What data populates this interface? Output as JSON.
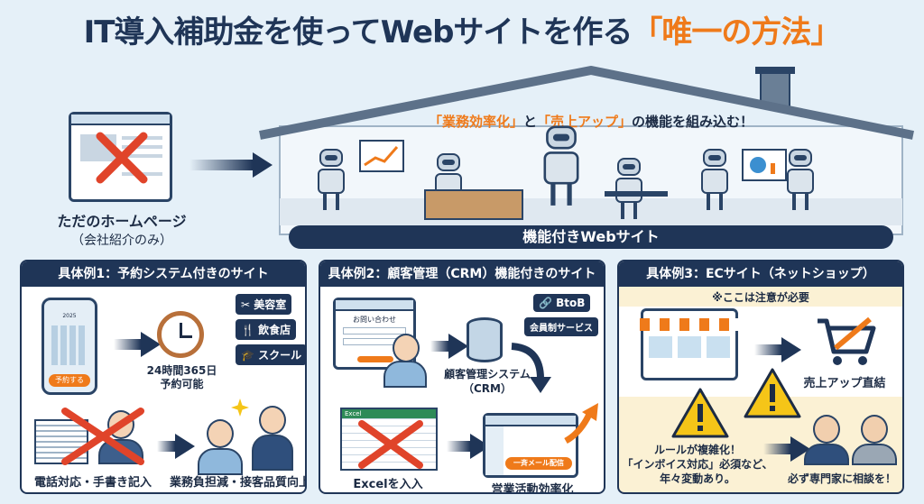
{
  "title": {
    "main": "IT導入補助金を使ってWebサイトを作る",
    "highlight": "「唯一の方法」"
  },
  "before": {
    "label": "ただのホームページ",
    "sublabel": "（会社紹介のみ）"
  },
  "house": {
    "heading_parts": [
      "「業務効率化」",
      "と",
      "「売上アップ」",
      "の機能を組み込む！"
    ],
    "banner": "機能付きWebサイト"
  },
  "examples": [
    {
      "header": "具体例1：予約システム付きのサイト",
      "phone_year": "2025",
      "phone_button": "予約する",
      "clock_caption": [
        "24時間365日",
        "予約可能"
      ],
      "tags": [
        {
          "icon": "scissors-icon",
          "label": "美容室"
        },
        {
          "icon": "fork-knife-icon",
          "label": "飲食店"
        },
        {
          "icon": "graduation-cap-icon",
          "label": "スクール"
        }
      ],
      "before_caption": "電話対応・手書き記入",
      "after_caption": "業務負担減・接客品質向上"
    },
    {
      "header": "具体例2：顧客管理（CRM）機能付きのサイト",
      "form_title": "お問い合わせ",
      "crm_caption": [
        "顧客管理システム",
        "（CRM）"
      ],
      "tags": [
        {
          "icon": "link-icon",
          "label": "BtoB"
        },
        {
          "icon": "",
          "label": "会員制サービス"
        }
      ],
      "excel_label": "Excel",
      "before_caption": "Excelを入入",
      "dashboard_button": "一斉メール配信",
      "after_caption": "営業活動効率化"
    },
    {
      "header": "具体例3：ECサイト（ネットショップ）",
      "note": "※ここは注意が必要",
      "sales_caption": "売上アップ直結",
      "warning_caption": [
        "ルールが複雑化！",
        "「インボイス対応」必須など、",
        "年々変動あり。"
      ],
      "expert_caption": "必ず専門家に相談を！"
    }
  ],
  "colors": {
    "navy": "#1f3557",
    "orange": "#ef7a1a",
    "red": "#e0442a",
    "yellow": "#f5c518",
    "background": "#e5f0f8"
  }
}
